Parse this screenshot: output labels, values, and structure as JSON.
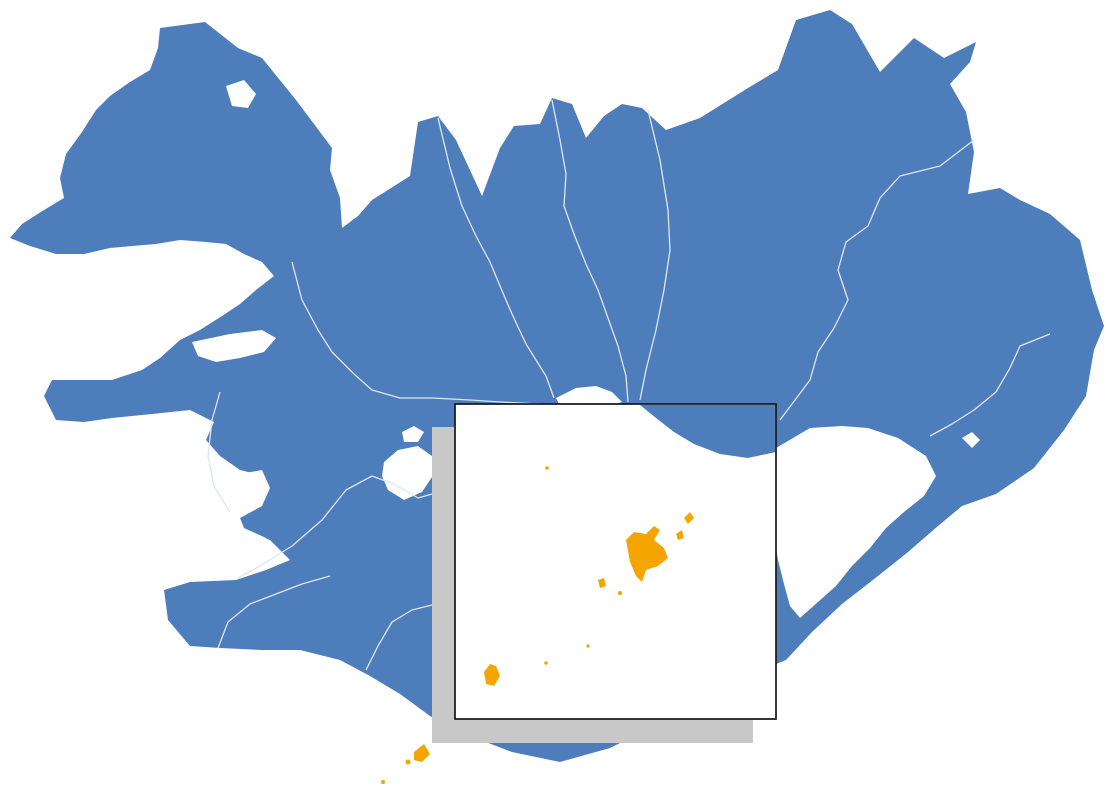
{
  "map": {
    "colors": {
      "land": "#4d7ebb",
      "region_border": "#dce6f2",
      "glacier": "#ffffff",
      "highlight": "#f5a500",
      "inset_background": "#ffffff",
      "inset_border": "#1a1a1a",
      "inset_shadow": "#c8c8c8"
    },
    "features": [
      "iceland-mainland",
      "regional-boundaries",
      "glaciers",
      "vestmannaeyjar-islands",
      "inset-zoom-frame"
    ]
  }
}
